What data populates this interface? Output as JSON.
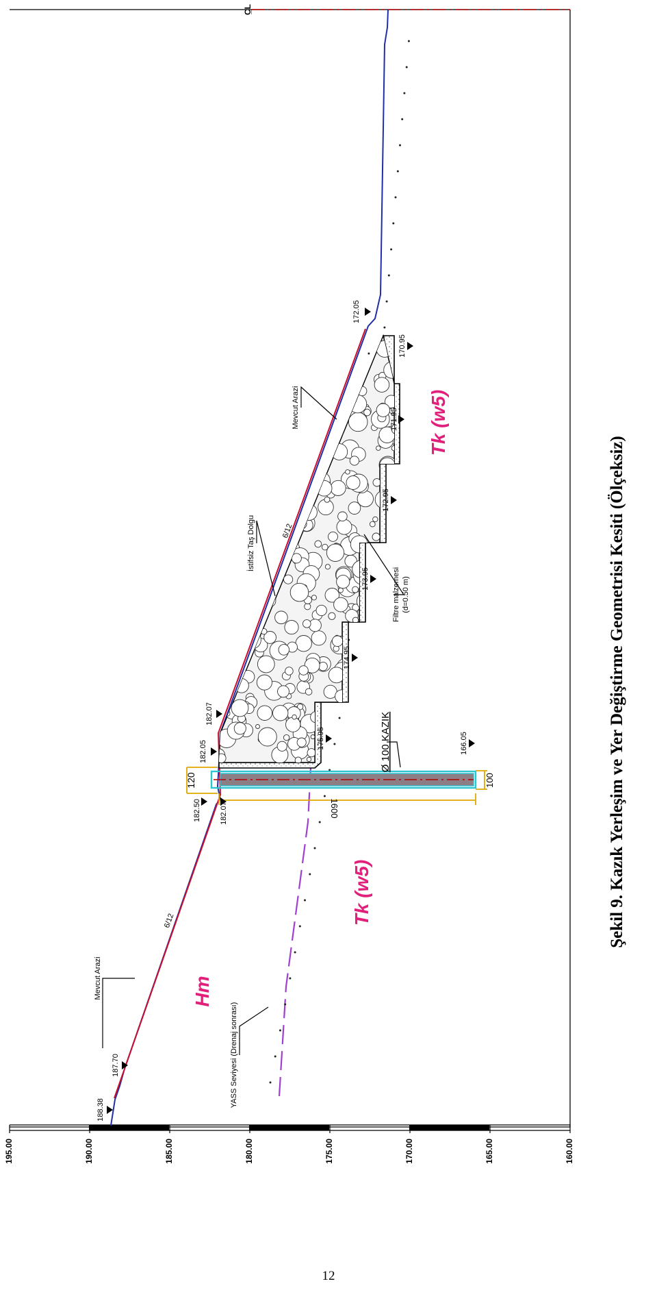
{
  "drawing": {
    "centerline_symbol": "C̲L",
    "elevation_axis": {
      "ticks": [
        "195.00",
        "190.00",
        "185.00",
        "180.00",
        "175.00",
        "170.00",
        "165.00",
        "160.00"
      ]
    },
    "elevation_labels": {
      "e188_38": "188.38",
      "e187_70": "187.70",
      "e182_50": "182.50",
      "e182_07_left": "182.07",
      "e182_05": "182.05",
      "e182_07_right": "182.07",
      "e172_05": "172.05",
      "e175_95": "175.95",
      "e174_95": "174.95",
      "e173_95": "173.95",
      "e172_95": "172.95",
      "e171_95": "171.95",
      "e170_95": "170.95",
      "e166_05": "166.05"
    },
    "labels": {
      "mevcut_arazi_left": "Mevcut Arazi",
      "mevcut_arazi_right": "Mevcut Arazi",
      "yass": "YASS Seviyesi (Drenaj sonrası)",
      "istifsiz_tas_dolgu": "İstifsiz Taş Dolgu",
      "filtre_line1": "Filtre malzemesi",
      "filtre_line2": "(d=0.50 m)",
      "kazik": "Ø 100 KAZIK",
      "slope_left": "6/12",
      "slope_right": "6/12"
    },
    "geology": {
      "hm": "Hm",
      "tk_left": "Tk (w5)",
      "tk_right": "Tk (w5)"
    },
    "dimensions": {
      "pile_length": "1600",
      "cap_width": "120",
      "pile_diameter": "100"
    },
    "colors": {
      "existing_ground": "#1f2fa8",
      "design_line": "#c8102e",
      "groundwater": "#a040d0",
      "geology_text": "#e0207a",
      "pile_fill": "#8c7e84",
      "pile_outline": "#2ec4d0",
      "dimension": "#e0a800",
      "centerline": "#b00000"
    }
  },
  "caption": "Şekil 9. Kazık Yerleşim ve Yer Değiştirme Geometrisi Kesiti (Ölçeksiz)",
  "page_number": "12"
}
